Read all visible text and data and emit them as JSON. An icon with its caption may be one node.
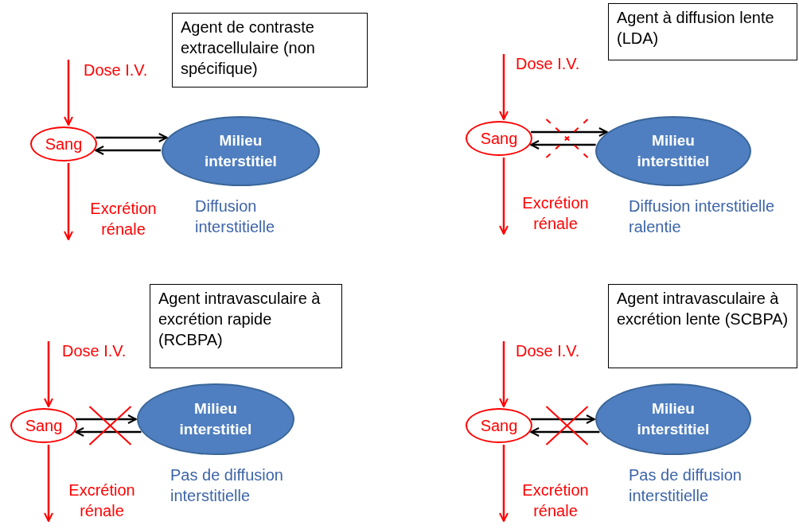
{
  "diagram": {
    "nodes": [
      {
        "text": [
          "Agent de contraste extracellulaire (non spécifique)"
        ]
      },
      {
        "text": [
          "Sang"
        ]
      },
      {
        "text": [
          "Milieu interstitiel"
        ],
        "beside": [
          "Diffusion interstitielle"
        ]
      },
      {
        "text": [
          "Agent à diffusion lente (LDA)"
        ]
      },
      {
        "text": [
          "Sang"
        ]
      },
      {
        "text": [
          "Milieu interstitiel"
        ],
        "beside": [
          "Diffusion interstitielle ralentie"
        ]
      },
      {
        "text": [
          "Agent intravasculaire à excrétion rapide (RCBPA)"
        ]
      },
      {
        "text": [
          "Sang"
        ]
      },
      {
        "text": [
          "Milieu interstitiel"
        ],
        "beside": [
          "Pas de diffusion interstitielle"
        ]
      },
      {
        "text": [
          "Agent intravasculaire à excrétion lente (SCBPA)"
        ]
      },
      {
        "text": [
          "Sang"
        ]
      },
      {
        "text": [
          "Milieu interstitiel"
        ],
        "beside": [
          "Pas de diffusion interstitielle"
        ]
      }
    ],
    "edges": [
      {
        "from": null,
        "to": 1,
        "arrow": "to",
        "label": "Dose I.V.",
        "color": "#ff0000"
      },
      {
        "from": 1,
        "to": 2,
        "arrow": "to",
        "color": "#000000"
      },
      {
        "from": 2,
        "to": 1,
        "arrow": "to",
        "color": "#000000"
      },
      {
        "from": 1,
        "to": null,
        "arrow": "to",
        "label": "Excrétion rénale",
        "color": "#ff0000"
      },
      {
        "from": null,
        "to": 4,
        "arrow": "to",
        "label": "Dose I.V.",
        "color": "#ff0000"
      },
      {
        "from": 4,
        "to": 5,
        "arrow": "to",
        "color": "#000000"
      },
      {
        "from": 5,
        "to": 4,
        "arrow": "to",
        "color": "#000000"
      },
      {
        "from": 4,
        "to": null,
        "arrow": "to",
        "label": "Excrétion rénale",
        "color": "#ff0000"
      },
      {
        "from": null,
        "to": 7,
        "arrow": "to",
        "label": "Dose I.V.",
        "color": "#ff0000"
      },
      {
        "from": 7,
        "to": 8,
        "arrow": "to",
        "color": "#000000"
      },
      {
        "from": 8,
        "to": 7,
        "arrow": "to",
        "color": "#000000"
      },
      {
        "from": 7,
        "to": null,
        "arrow": "to",
        "label": "Excrétion rénale",
        "color": "#ff0000"
      },
      {
        "from": null,
        "to": 10,
        "arrow": "to",
        "label": "Dose I.V.",
        "color": "#ff0000"
      },
      {
        "from": 10,
        "to": 11,
        "arrow": "to",
        "color": "#000000"
      },
      {
        "from": 11,
        "to": 10,
        "arrow": "to",
        "color": "#000000"
      },
      {
        "from": 10,
        "to": null,
        "arrow": "to",
        "label": "Excrétion rénale",
        "color": "#ff0000"
      }
    ]
  }
}
